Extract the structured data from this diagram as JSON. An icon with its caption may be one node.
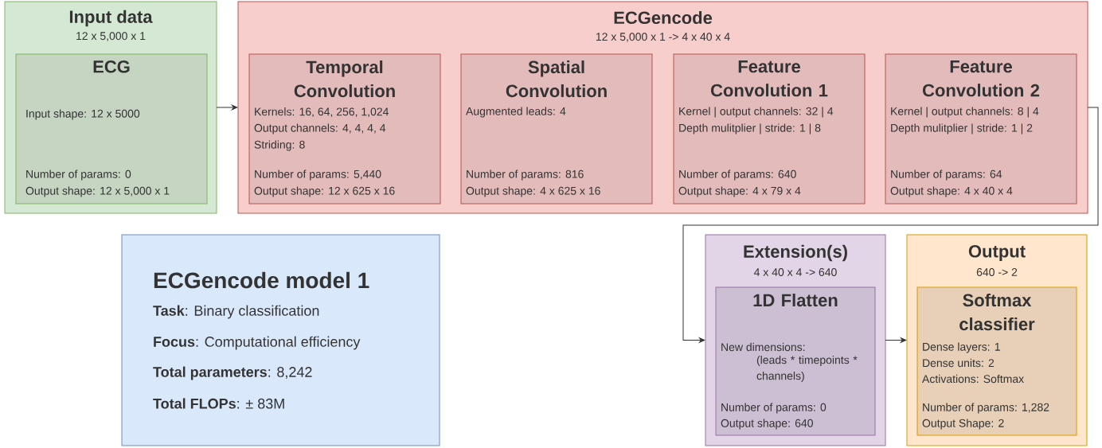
{
  "diagram": {
    "nodes": [
      {
        "text": [
          "Input data",
          "12 x 5,000 x 1"
        ]
      },
      {
        "text": [
          "ECG",
          "Input shape: 12 x 5000",
          "Number of params: 0",
          "Output shape: 12 x 5,000 x 1"
        ],
        "in": 0
      },
      {
        "text": [
          "ECGencode",
          "12 x 5,000 x 1 -> 4 x 40 x 4"
        ]
      },
      {
        "text": [
          "Temporal Convolution",
          "Kernels: 16, 64, 256, 1,024",
          "Output channels: 4, 4, 4, 4",
          "Striding: 8",
          "Number of params: 5,440",
          "Output shape: 12 x 625 x 16"
        ],
        "in": 2
      },
      {
        "text": [
          "Spatial Convolution",
          "Augmented leads: 4",
          "Number of params: 816",
          "Output shape: 4 x 625 x 16"
        ],
        "in": 2
      },
      {
        "text": [
          "Feature Convolution 1",
          "Kernel | output channels: 32 | 4",
          "Depth mulitplier | stride: 1 | 8",
          "Number of params: 640",
          "Output shape: 4 x 79 x 4"
        ],
        "in": 2
      },
      {
        "text": [
          "Feature Convolution 2",
          "Kernel | output channels: 8 | 4",
          "Depth mulitplier | stride: 1 | 2",
          "Number of params: 64",
          "Output shape: 4 x 40 x 4"
        ],
        "in": 2
      },
      {
        "text": [
          "ECGencode model 1",
          "**Task**: Binary classification",
          "**Focus**: Computational efficiency",
          "**Total parameters**: 8,242",
          "**Total FLOPs**: ± 83M"
        ]
      },
      {
        "text": [
          "Extension(s)",
          "4 x 40 x 4 -> 640"
        ]
      },
      {
        "text": [
          "1D Flatten",
          "New dimensions:",
          "(leads * timepoints * channels)",
          "Number of params: 0",
          "Output shape: 640"
        ],
        "in": 8
      },
      {
        "text": [
          "Output",
          "640 -> 2"
        ]
      },
      {
        "text": [
          "Softmax classifier",
          "Dense layers: 1",
          "Dense units: 2",
          "Activations: Softmax",
          "Number of params: 1,282",
          "Output Shape: 2"
        ],
        "in": 10
      }
    ],
    "edges": [
      {
        "from": 0,
        "to": 2,
        "arrow": "to"
      },
      {
        "from": 2,
        "to": 8,
        "arrow": "to"
      },
      {
        "from": 8,
        "to": 10,
        "arrow": "to"
      }
    ]
  }
}
